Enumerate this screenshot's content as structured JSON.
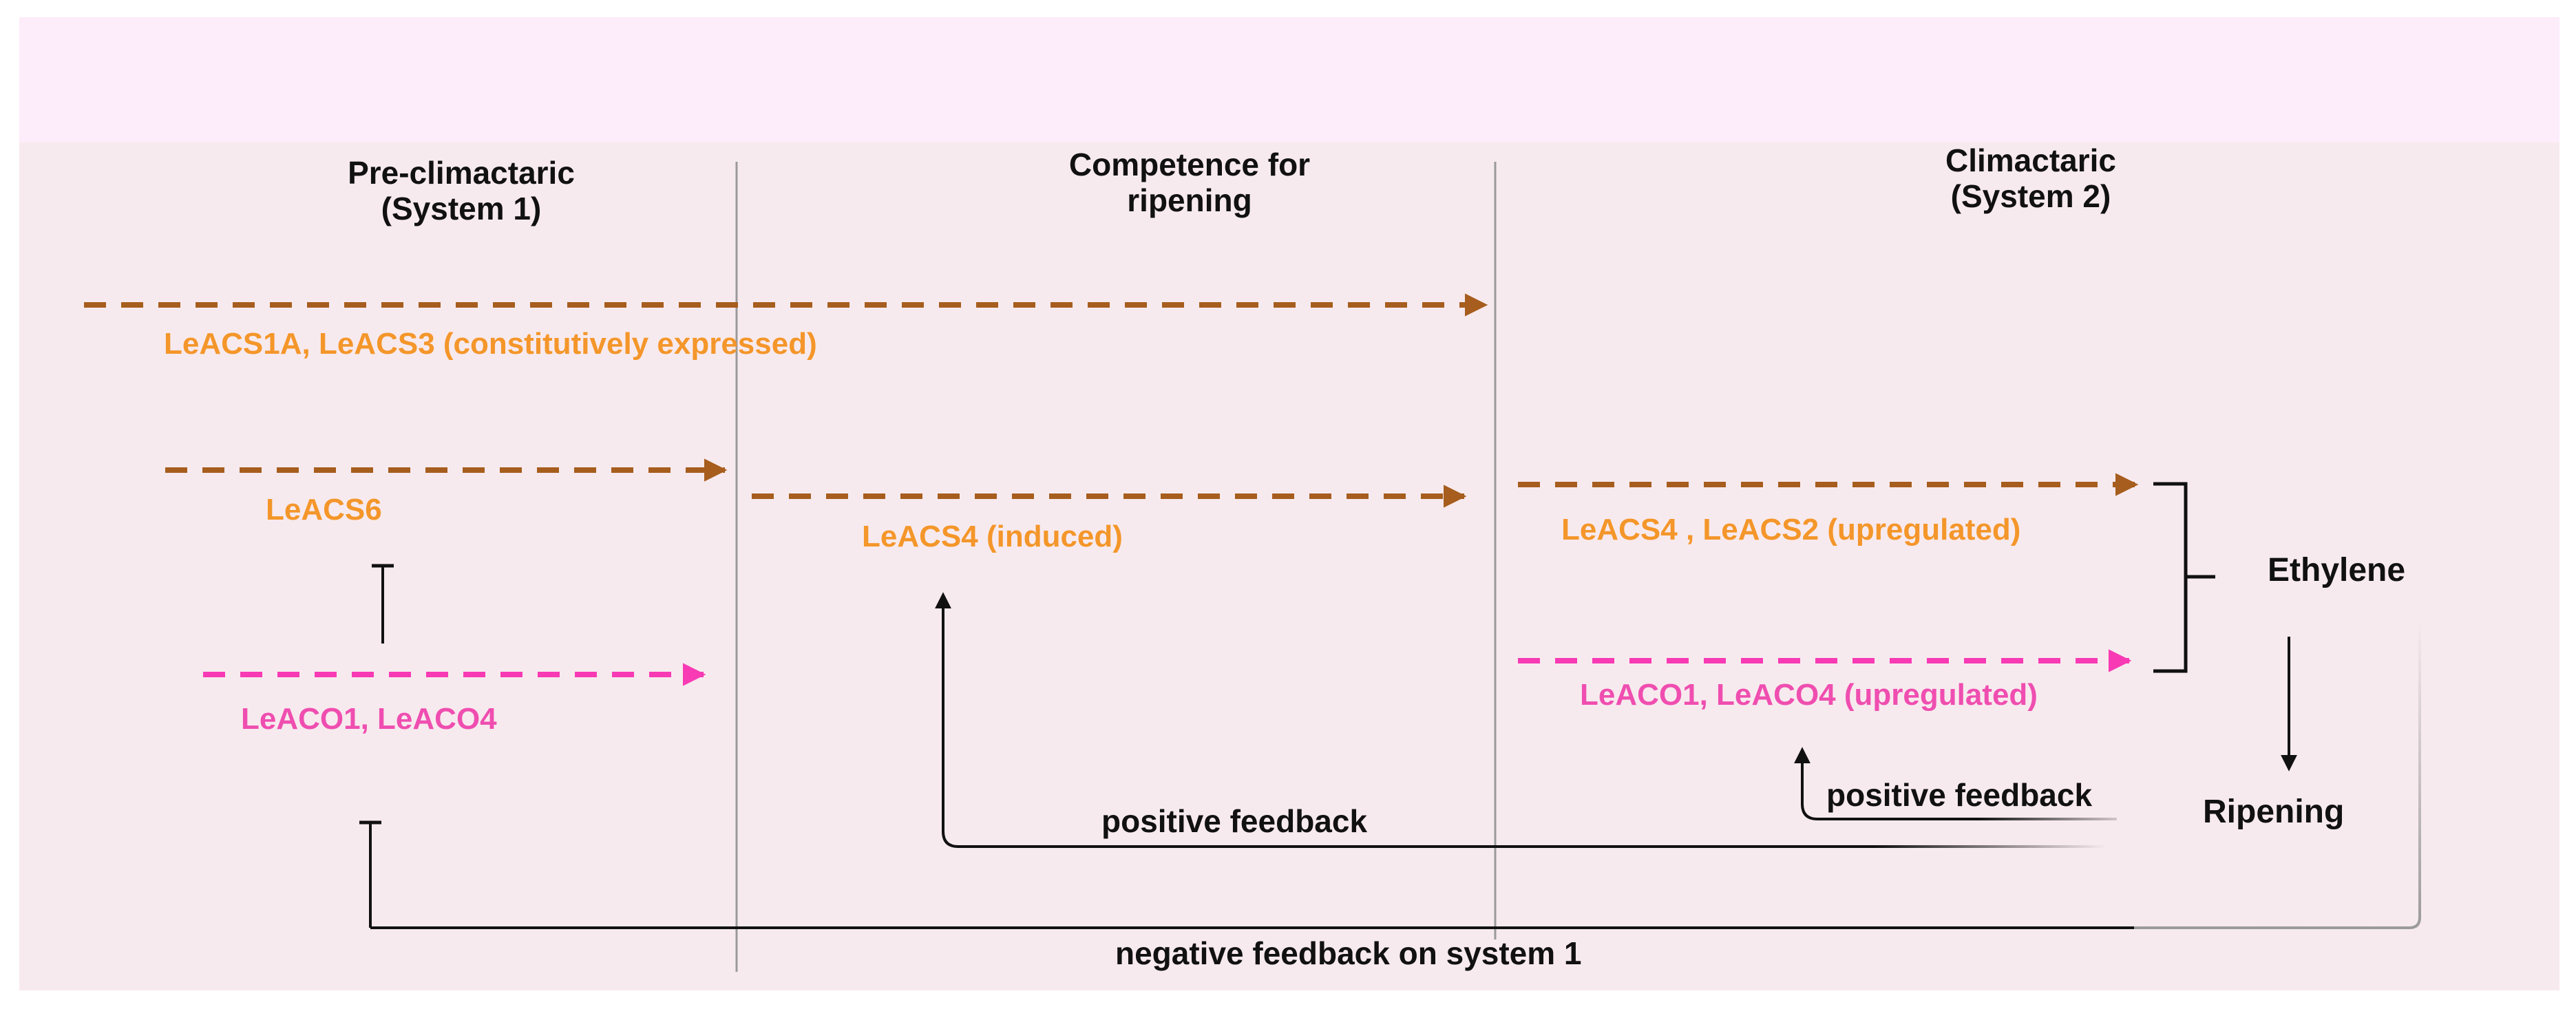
{
  "colors": {
    "header_band": "#fdecf9",
    "panel_bg": "#f7eaee",
    "acs_arrow": "#a65d1d",
    "acs_text": "#f4962a",
    "aco_arrow": "#f83ab4",
    "aco_text": "#ef4eb0",
    "divider": "#9a9a9a",
    "line": "#111111"
  },
  "phases": {
    "pre_climacteric": {
      "line1": "Pre-climactaric",
      "line2": "(System 1)"
    },
    "competence": {
      "line1": "Competence for",
      "line2": "ripening"
    },
    "climacteric": {
      "line1": "Climactaric",
      "line2": "(System 2)"
    }
  },
  "genes": {
    "acs1a_acs3": "LeACS1A, LeACS3 (constitutively expressed)",
    "acs6": "LeACS6",
    "aco1_aco4": "LeACO1, LeACO4",
    "acs4_induced": "LeACS4 (induced)",
    "acs4_acs2_up": "LeACS4 , LeACS2 (upregulated)",
    "aco1_aco4_up": "LeACO1, LeACO4 (upregulated)"
  },
  "outcomes": {
    "ethylene": "Ethylene",
    "ripening": "Ripening"
  },
  "feedback": {
    "positive_long": "positive feedback",
    "positive_short": "positive feedback",
    "negative": "negative feedback on system 1"
  }
}
